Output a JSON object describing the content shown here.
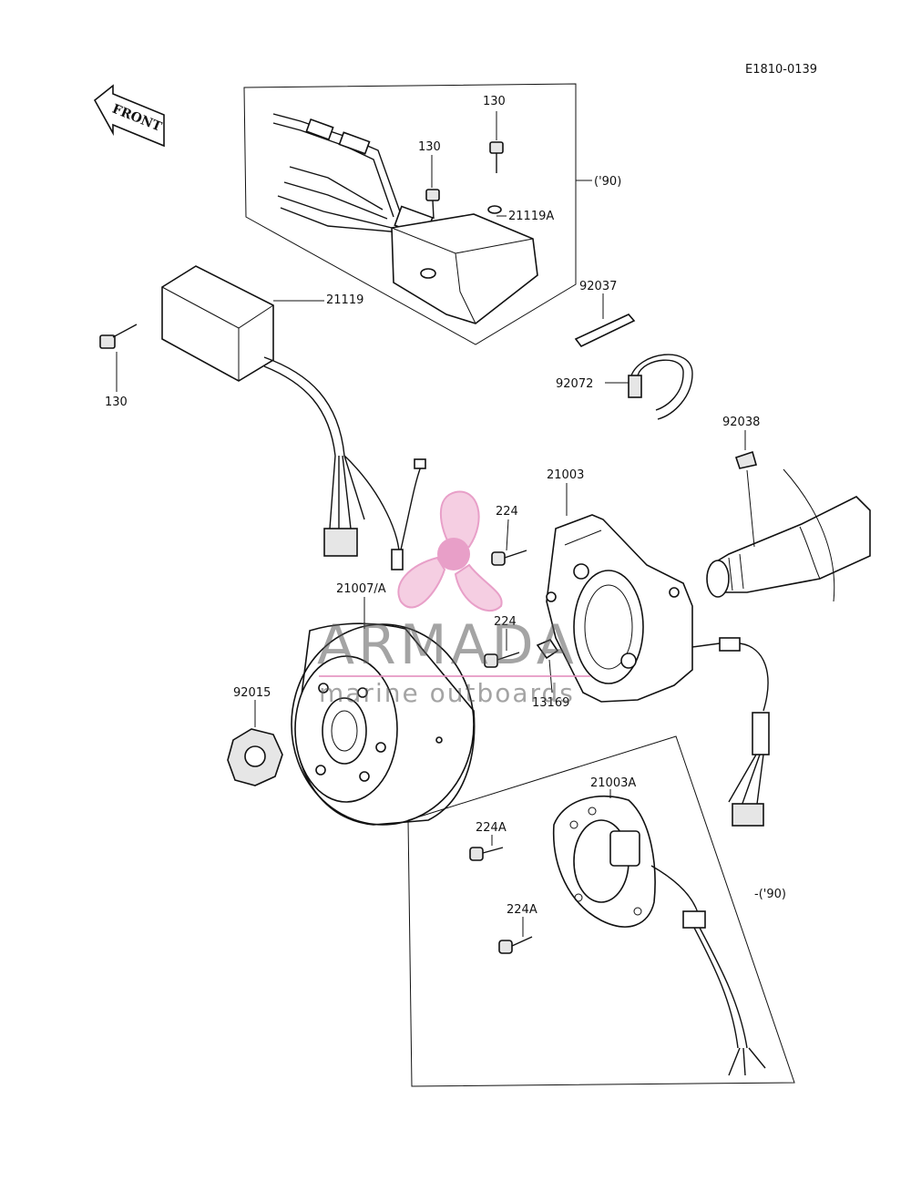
{
  "doc_code": "E1810-0139",
  "front_arrow": "FRONT",
  "watermark": {
    "title": "ARMADA",
    "subtitle": "marine outboards",
    "icon": "propeller-logo-icon",
    "color": "#e48fbf"
  },
  "labels": {
    "bolt_top_a": "130",
    "bolt_top_b": "130",
    "bolt_left": "130",
    "year_top": "('90)",
    "cdi_unit_a": "21119A",
    "cdi_unit": "21119",
    "plate": "92037",
    "clamp": "92072",
    "key": "92038",
    "stator": "21003",
    "screw_upper": "224",
    "screw_lower": "224",
    "clip": "13169",
    "flywheel": "21007/A",
    "nut": "92015",
    "stator_a": "21003A",
    "screw_a_upper": "224A",
    "screw_a_lower": "224A",
    "year_bottom": "-('90)"
  }
}
